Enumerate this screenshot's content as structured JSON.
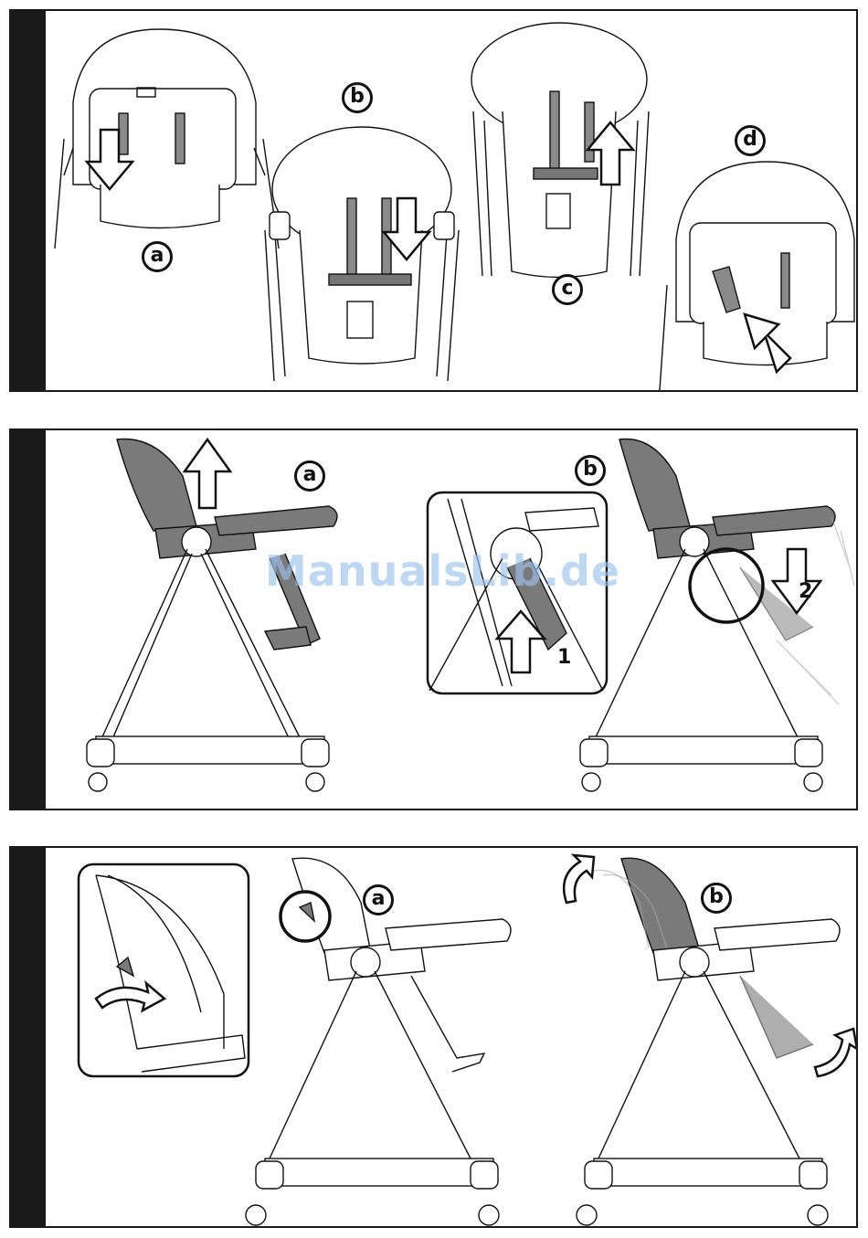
{
  "watermark": "ManualsLib.de",
  "panel1": {
    "labels": {
      "a": "a",
      "b": "b",
      "c": "c",
      "d": "d"
    }
  },
  "panel2": {
    "labels": {
      "a": "a",
      "b": "b"
    },
    "step_numbers": {
      "one": "1",
      "two": "2"
    }
  },
  "panel3": {
    "labels": {
      "a": "a",
      "b": "b"
    }
  },
  "colors": {
    "frame": "#1a1a1a",
    "strap_gray": "#8a8a8a",
    "seat_dark": "#7a7a7a",
    "watermark": "#9cc2ee"
  }
}
